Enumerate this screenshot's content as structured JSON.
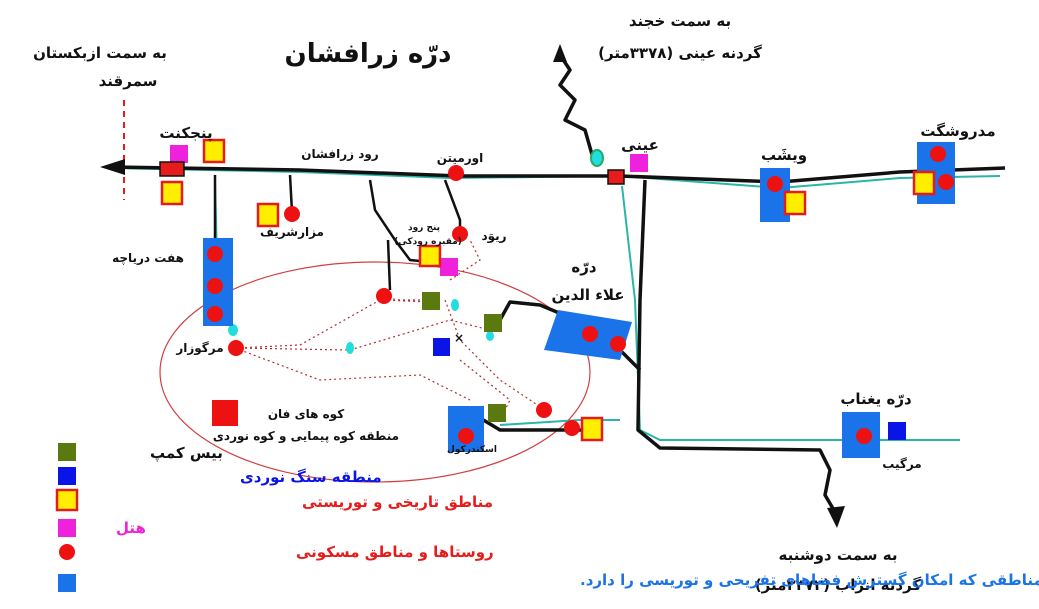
{
  "title": "درّه زرافشان",
  "colors": {
    "road": "#111111",
    "river": "#2bb5a8",
    "village": "#ee1111",
    "hotel": "#ee22dd",
    "historic_fill": "#ffee00",
    "historic_border": "#e61b1b",
    "climbing": "#0a14e6",
    "basecamp": "#5a7a10",
    "expansion": "#1a73e8",
    "lake": "#22dddd",
    "border": "#e61b1b"
  },
  "directions": {
    "khujand_top": "به سمت خجند",
    "khujand_pass": "گردنه عینی (۳۳۷۸متر)",
    "uzbek_top": "به سمت ازبکستان",
    "uzbek_city": "سمرقند",
    "dushanbe_top": "به سمت دوشنبه",
    "dushanbe_pass": "گردنه انزاب (۳۳۷۲متر)"
  },
  "places": {
    "panjakent": "پنجکنت",
    "zarafshan_river": "رود زرافشان",
    "urmitan": "اورمیتن",
    "ayni": "عینی",
    "vishab": "ویشَب",
    "madrushkat": "مدروشگت",
    "mazar_sharif": "مزارشریف",
    "panj_rud": "پنج رود",
    "rudaki_tomb": "(مقبره رودکی)",
    "rivad": "ریوَد",
    "haft_daryache": "هفت دریاچه",
    "alaudin_1": "درّه",
    "alaudin_2": "علاء الدین",
    "margozar": "مرگوزار",
    "fann_1": "کوه های فان",
    "fann_2": "منطقه کوه پیمایی و کوه نوردی",
    "iskandarkul": "اسکندرکول",
    "yaghnob": "درّه یغناب",
    "margib": "مرگیب",
    "cross": "×"
  },
  "legend": [
    {
      "key": "basecamp",
      "label": "بیس کمپ",
      "color": "#111111"
    },
    {
      "key": "climbing",
      "label": "منطقه سنگ نوردی",
      "color": "#0a14e6"
    },
    {
      "key": "historic",
      "label": "مناطق تاریخی و توریستی",
      "color": "#e61b1b"
    },
    {
      "key": "hotel",
      "label": "هتل",
      "color": "#ee22dd"
    },
    {
      "key": "village",
      "label": "روستاها و مناطق مسکونی",
      "color": "#e61b1b"
    },
    {
      "key": "expansion",
      "label": "مناطقی که امکان گسترش فضاهای تفریحی و توریسی را دارد.",
      "color": "#1a73e8"
    }
  ]
}
